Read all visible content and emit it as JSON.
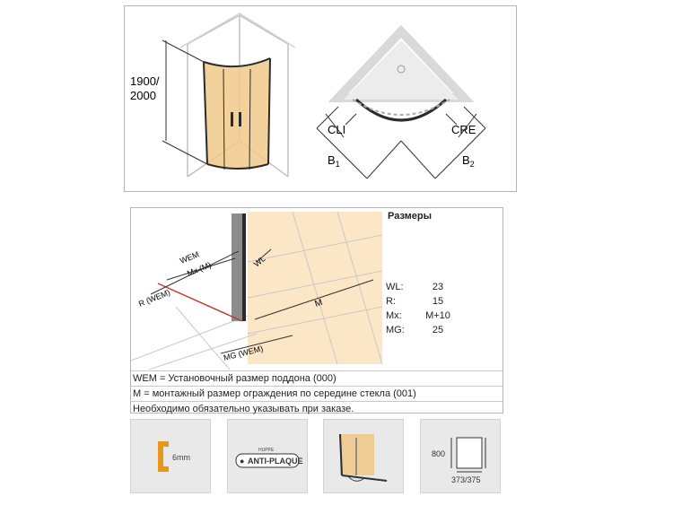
{
  "top": {
    "height_label_1": "1900/",
    "height_label_2": "2000",
    "cli": "CLI",
    "cre": "CRE",
    "b1_main": "B",
    "b1_sub": "1",
    "b2_main": "B",
    "b2_sub": "2"
  },
  "middle": {
    "labels": {
      "wem": "WEM",
      "mx": "Mx (M)",
      "r": "R (WEM)",
      "wl": "WL",
      "m": "M",
      "mg": "MG (WEM)"
    },
    "sizes_title": "Размеры",
    "sizes": [
      {
        "key": "WL:",
        "value": "23"
      },
      {
        "key": "R:",
        "value": "15"
      },
      {
        "key": "Mx:",
        "value": "M+10"
      },
      {
        "key": "MG:",
        "value": "25"
      }
    ],
    "legend": [
      "WEM = Установочный размер поддона (000)",
      "M = монтажный размер ограждения по середине стекла (001)",
      "Необходимо обязательно указывать при заказе."
    ]
  },
  "tiles": {
    "glass_thickness": "6mm",
    "brand_small": "HUPPE",
    "antiplaque": "ANTI-PLAQUE",
    "height_value": "800",
    "width_value": "373/375"
  },
  "colors": {
    "glass": "#f0c98a",
    "frame": "#2b2b2b",
    "line": "#555555",
    "accent_red": "#c0392b"
  }
}
